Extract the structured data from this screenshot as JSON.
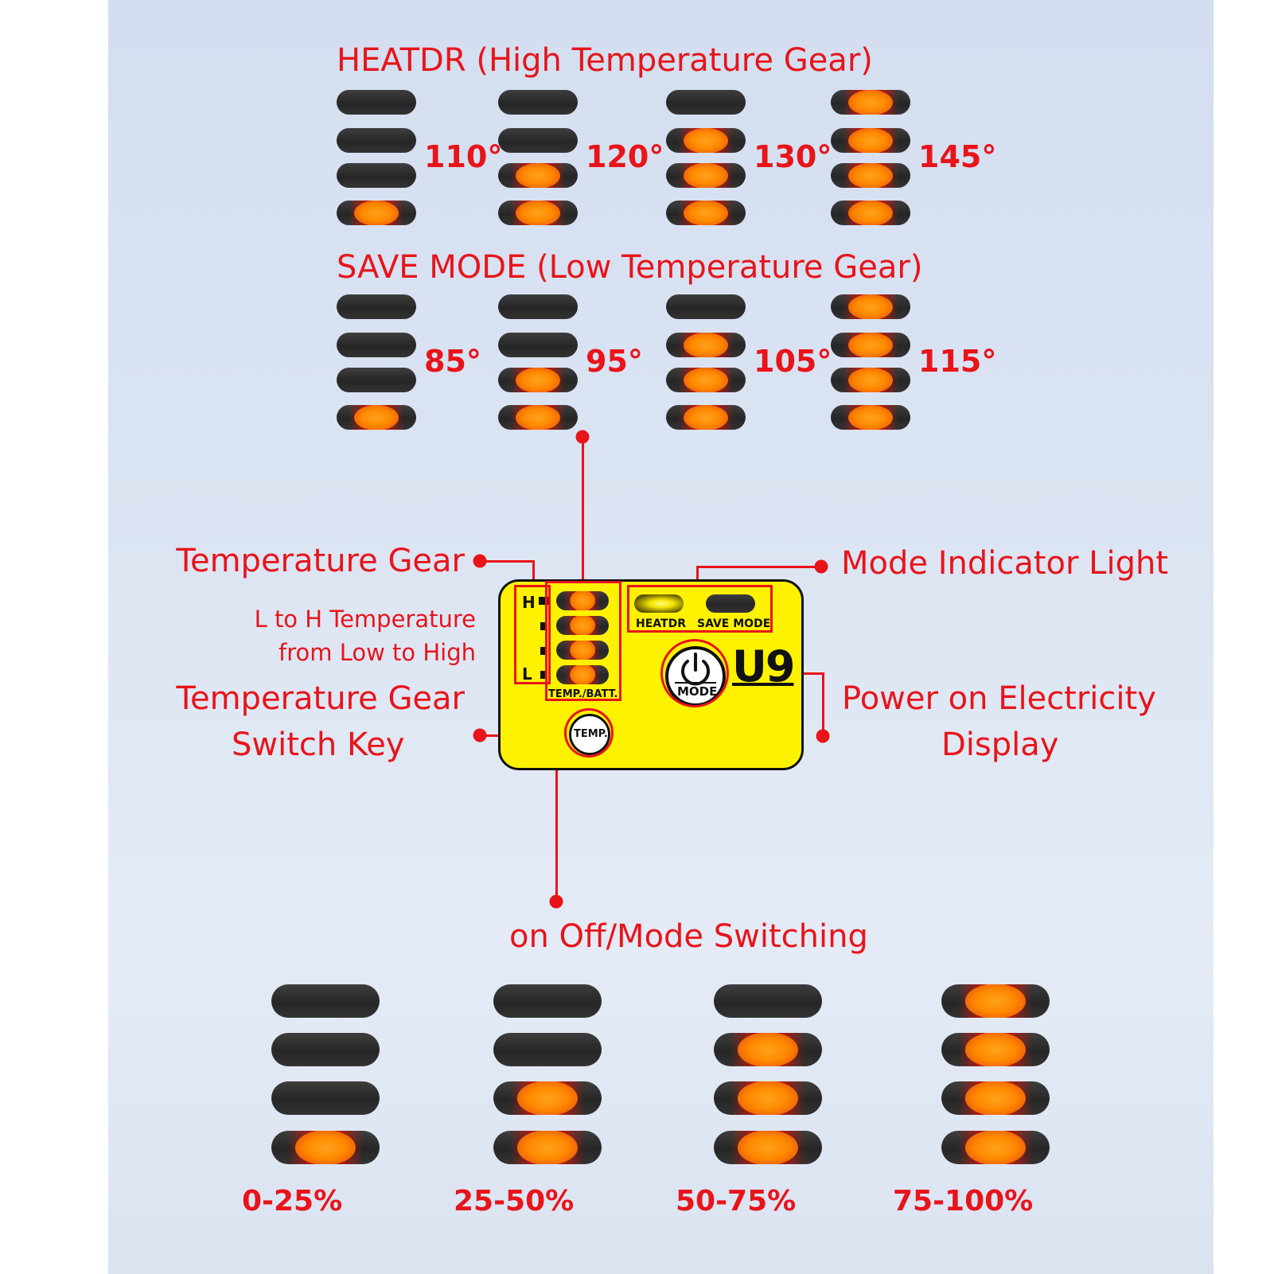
{
  "heatdr": {
    "title": "HEATDR (High Temperature Gear)",
    "gears": [
      {
        "label": "110°",
        "lit": [
          false,
          false,
          false,
          true
        ]
      },
      {
        "label": "120°",
        "lit": [
          false,
          false,
          true,
          true
        ]
      },
      {
        "label": "130°",
        "lit": [
          false,
          true,
          true,
          true
        ]
      },
      {
        "label": "145°",
        "lit": [
          true,
          true,
          true,
          true
        ]
      }
    ]
  },
  "save_mode": {
    "title": "SAVE MODE (Low Temperature Gear)",
    "gears": [
      {
        "label": "85°",
        "lit": [
          false,
          false,
          false,
          true
        ]
      },
      {
        "label": "95°",
        "lit": [
          false,
          false,
          true,
          true
        ]
      },
      {
        "label": "105°",
        "lit": [
          false,
          true,
          true,
          true
        ]
      },
      {
        "label": "115°",
        "lit": [
          true,
          true,
          true,
          true
        ]
      }
    ]
  },
  "callouts": {
    "temperature_gear": "Temperature Gear",
    "l_to_h_line1": "L to H Temperature",
    "l_to_h_line2": "from Low to High",
    "switch_key_line1": "Temperature Gear",
    "switch_key_line2": "Switch Key",
    "mode_indicator": "Mode Indicator Light",
    "power_line1": "Power on Electricity",
    "power_line2": "Display",
    "on_off": "on Off/Mode Switching"
  },
  "device": {
    "level_h": "H",
    "level_l": "L",
    "temp_batt_label": "TEMP./BATT.",
    "heatdr_label": "HEATDR",
    "save_mode_label": "SAVE MODE",
    "mode_button_label": "MODE",
    "temp_button_label": "TEMP.",
    "model": "U9",
    "gear_leds_lit": [
      true,
      true,
      true,
      true
    ],
    "heatdr_led": "yellow-lit",
    "save_mode_led": "off",
    "body_color": "#fff200"
  },
  "battery": {
    "levels": [
      {
        "label": "0-25%",
        "lit": [
          false,
          false,
          false,
          true
        ]
      },
      {
        "label": "25-50%",
        "lit": [
          false,
          false,
          true,
          true
        ]
      },
      {
        "label": "50-75%",
        "lit": [
          false,
          true,
          true,
          true
        ]
      },
      {
        "label": "75-100%",
        "lit": [
          true,
          true,
          true,
          true
        ]
      }
    ]
  },
  "colors": {
    "accent_red": "#e8141a",
    "led_orange": "#ff8a00",
    "led_off": "#2e2e2e",
    "background": "#d9e2f2"
  }
}
